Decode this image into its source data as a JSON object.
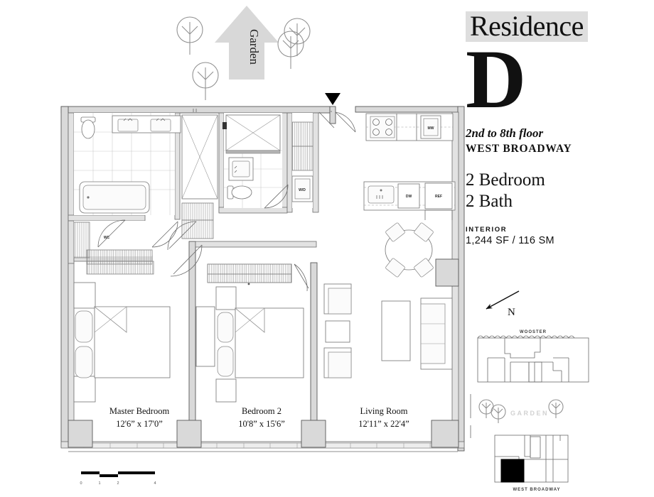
{
  "info": {
    "residence_word": "Residence",
    "residence_letter": "D",
    "floor_range": "2nd to 8th floor",
    "street": "WEST BROADWAY",
    "bedrooms": "2 Bedroom",
    "bathrooms": "2 Bath",
    "interior_label": "INTERIOR",
    "interior_area": "1,244 SF / 116 SM",
    "compass_label": "N"
  },
  "plan": {
    "garden_arrow_label": "Garden",
    "rooms": [
      {
        "name": "Master Bedroom",
        "dimensions": "12'6” x 17'0”"
      },
      {
        "name": "Bedroom 2",
        "dimensions": "10'8” x 15'6”"
      },
      {
        "name": "Living Room",
        "dimensions": "12'11” x 22'4”"
      }
    ],
    "appliance_labels": {
      "washer_dryer": "W/D",
      "dishwasher": "DW",
      "refrigerator": "REF",
      "microwave": "MW",
      "water_closet": "WC"
    }
  },
  "keymaps": {
    "upper_label": "WOOSTER",
    "lower_garden_label": "GARDEN",
    "lower_label": "WEST BROADWAY"
  },
  "scale_bar": {
    "ticks": [
      "0",
      "1",
      "2",
      "4"
    ]
  },
  "colors": {
    "wall_fill": "#d9d9d9",
    "wall_stroke": "#585858",
    "banner": "#dedede",
    "garden_arrow": "#d8d8d8",
    "highlight_unit": "#000000"
  }
}
